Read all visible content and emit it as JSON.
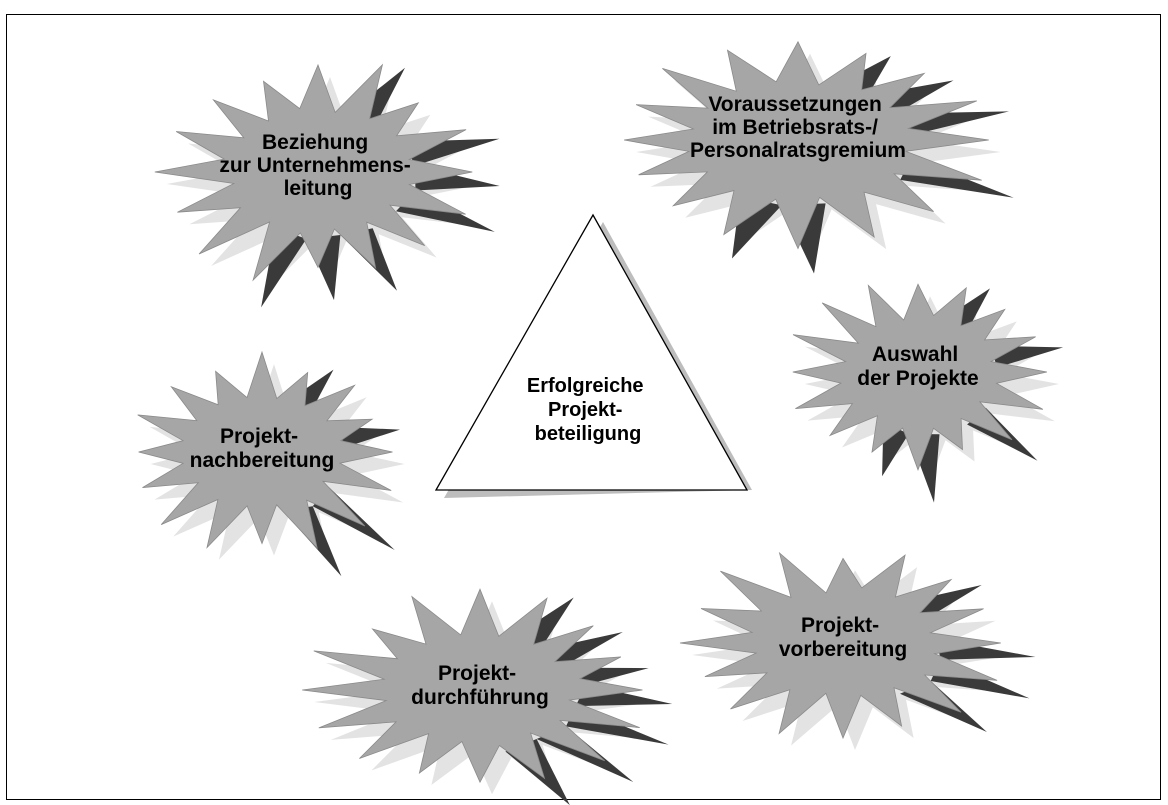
{
  "center": {
    "lines": [
      "Erfolgreiche",
      "Projekt-",
      "beteiligung"
    ]
  },
  "factors": [
    {
      "id": "beziehung",
      "lines": [
        "Beziehung",
        "zur Unternehmens-",
        "leitung"
      ]
    },
    {
      "id": "voraussetzungen",
      "lines": [
        "Voraussetzungen",
        "im Betriebsrats-/",
        "Personalratsgremium"
      ]
    },
    {
      "id": "auswahl",
      "lines": [
        "Auswahl",
        "der Projekte"
      ]
    },
    {
      "id": "vorbereitung",
      "lines": [
        "Projekt-",
        "vorbereitung"
      ]
    },
    {
      "id": "durchfuehrung",
      "lines": [
        "Projekt-",
        "durchführung"
      ]
    },
    {
      "id": "nachbereitung",
      "lines": [
        "Projekt-",
        "nachbereitung"
      ]
    }
  ],
  "colors": {
    "burst_fill": "#a6a6a6",
    "burst_shadow": "#e3e3e3",
    "spike_dark": "#3a3a3a",
    "triangle_fill": "#ffffff",
    "triangle_shadow": "#bdbdbd",
    "outline": "#000000"
  }
}
